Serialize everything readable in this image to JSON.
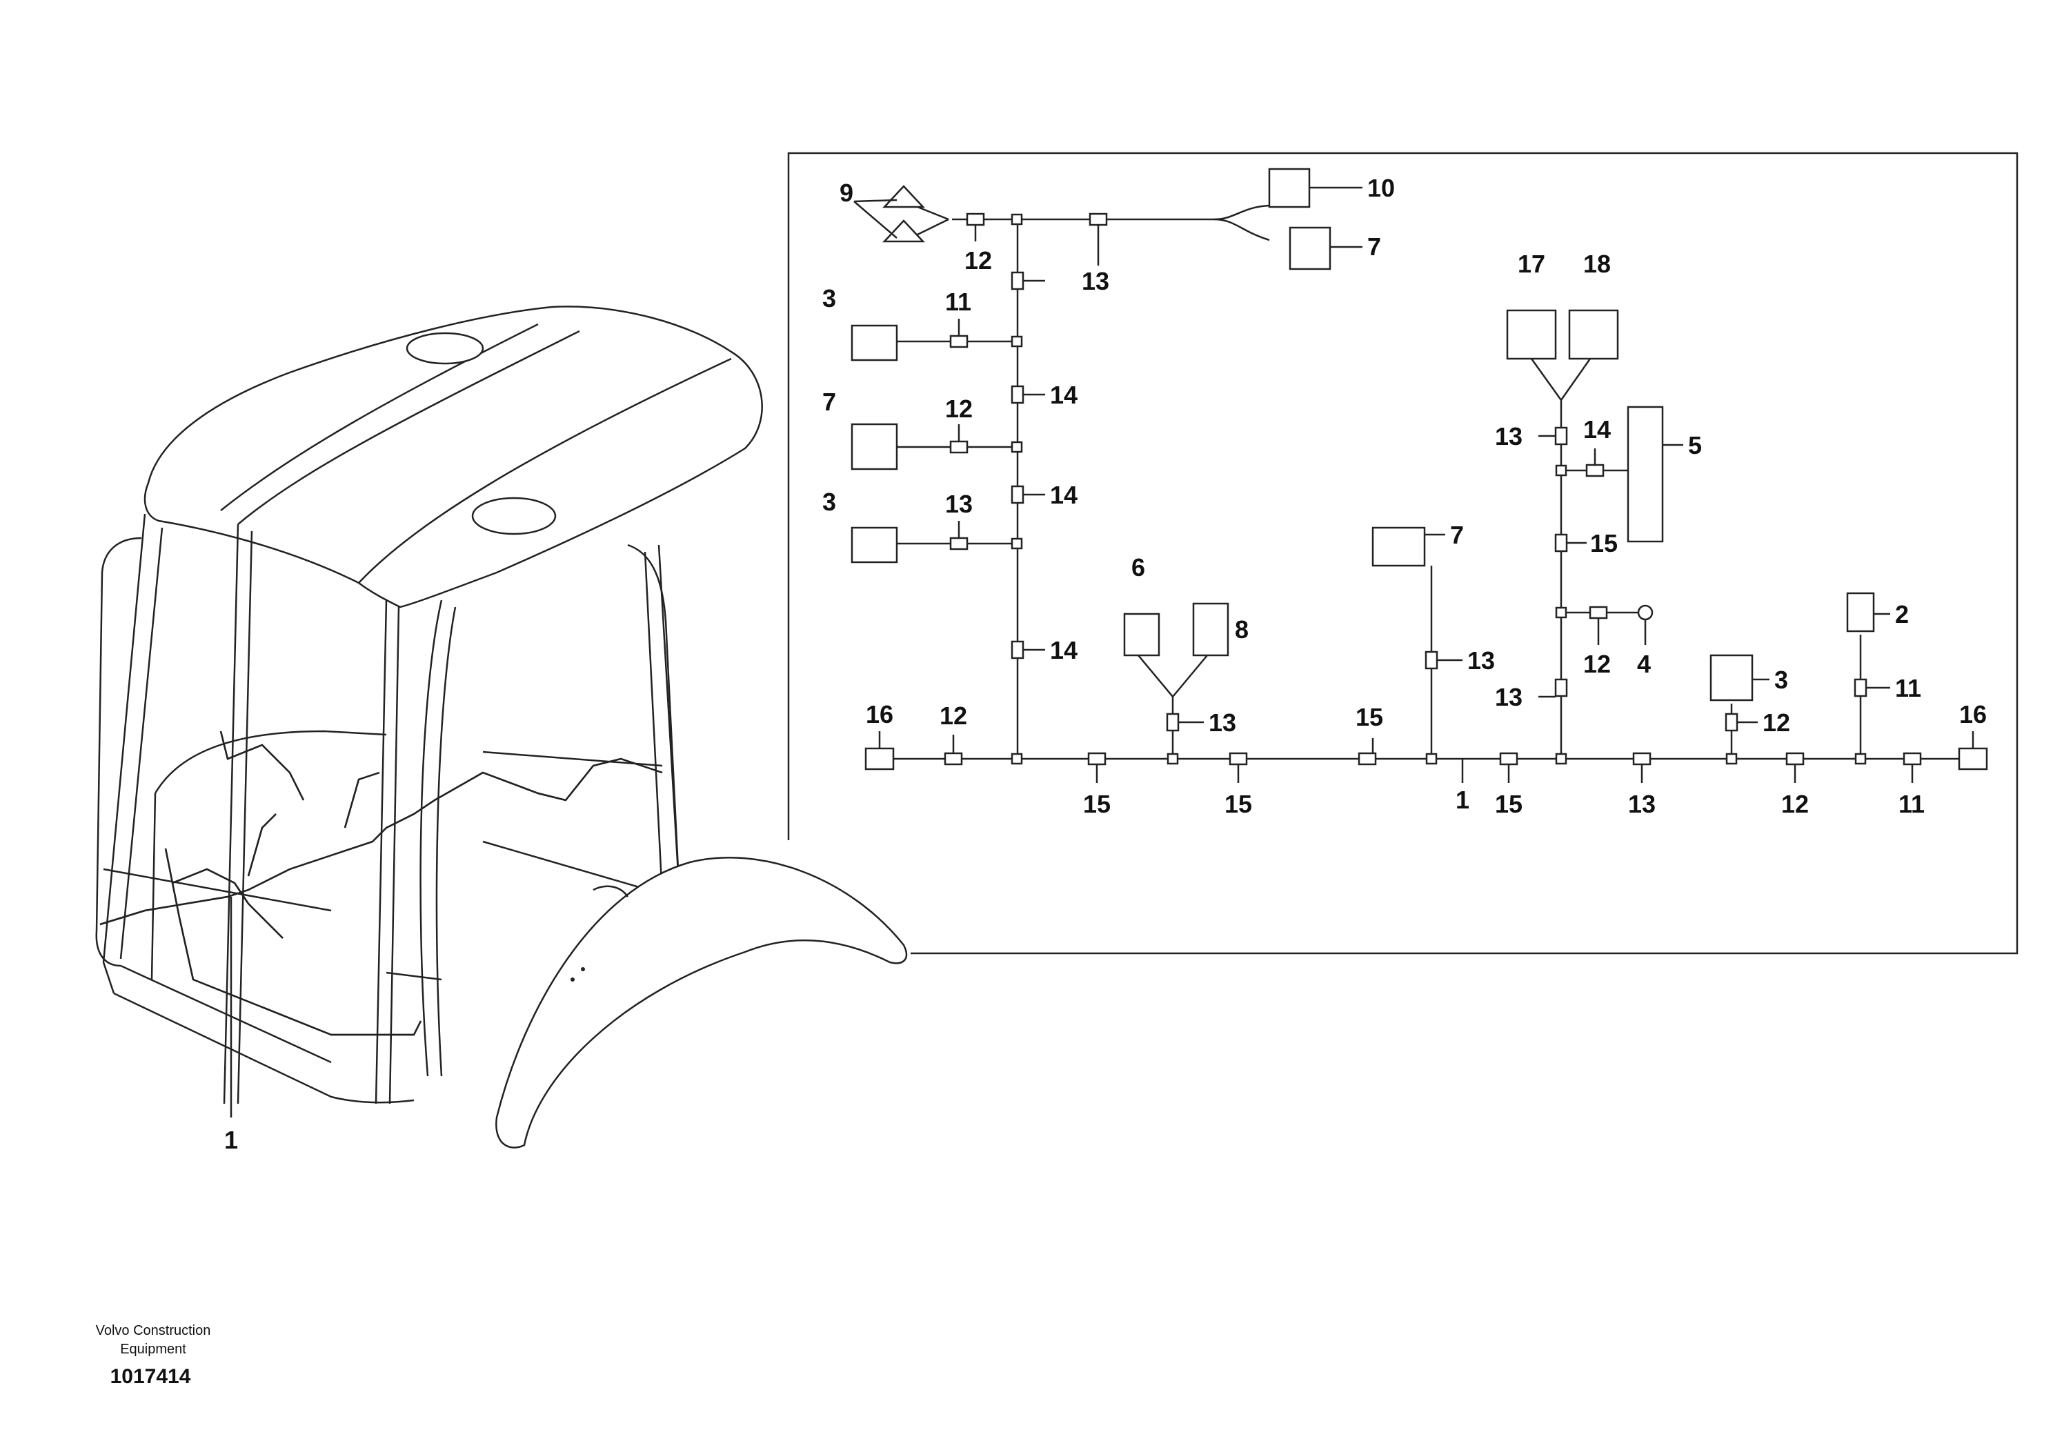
{
  "footer": {
    "company": "Volvo Construction",
    "company2": "Equipment",
    "ref": "1017414"
  },
  "overview": {
    "callout": "1"
  },
  "labels": {
    "c9": "9",
    "c10": "10",
    "c7a": "7",
    "c12a": "12",
    "c13a": "13",
    "c3a": "3",
    "c11a": "11",
    "c14a": "14",
    "c7b": "7",
    "c12b": "12",
    "c14b": "14",
    "c3b": "3",
    "c13b": "13",
    "c14c": "14",
    "c17": "17",
    "c18": "18",
    "c13c": "13",
    "c14d": "14",
    "c5": "5",
    "c15a": "15",
    "c7c": "7",
    "c12c": "12",
    "c4": "4",
    "c13d": "13",
    "c13e": "13",
    "c6": "6",
    "c8": "8",
    "c13f": "13",
    "c15b": "15",
    "c3c": "3",
    "c12d": "12",
    "c2": "2",
    "c11b": "11",
    "c16a": "16",
    "c12e": "12",
    "c16b": "16",
    "c15c": "15",
    "c15d": "15",
    "c1": "1",
    "c15e": "15",
    "c13g": "13",
    "c12f": "12",
    "c11c": "11"
  }
}
